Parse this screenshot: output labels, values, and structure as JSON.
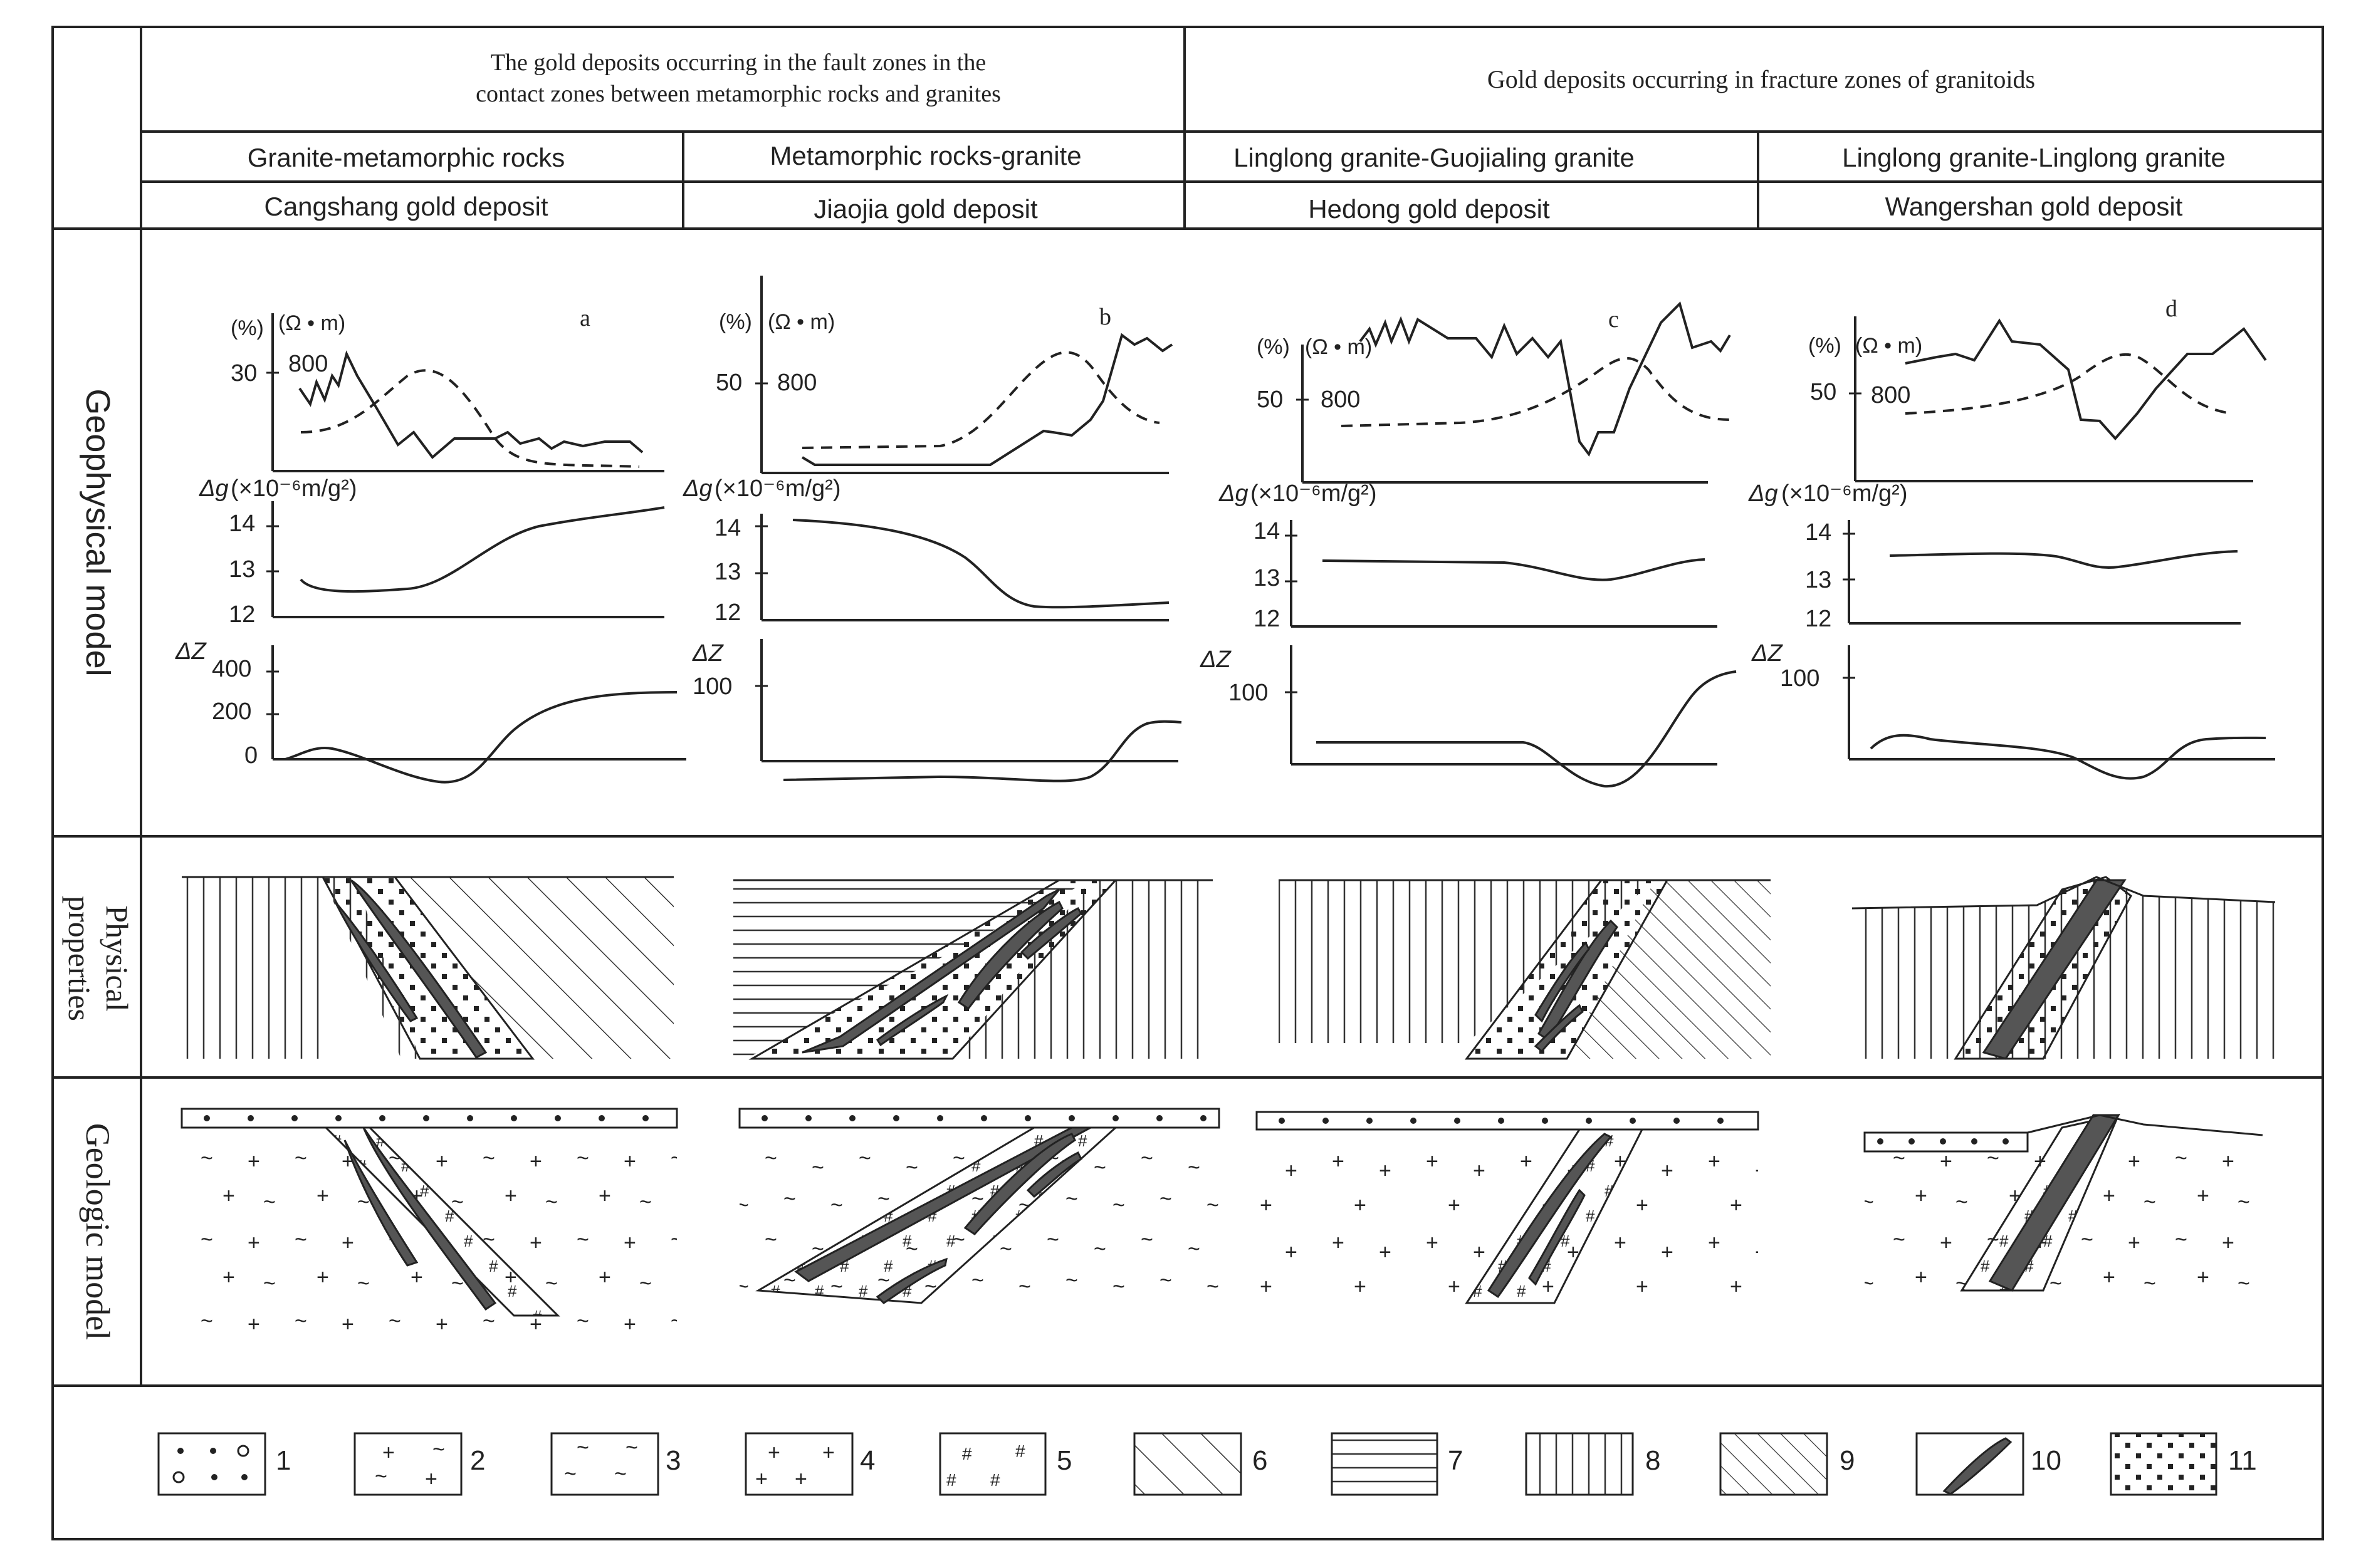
{
  "header": {
    "group_left": [
      "The gold deposits occurring in the fault zones in the",
      "contact zones between metamorphic rocks and granites"
    ],
    "group_right": "Gold deposits occurring in fracture zones of granitoids"
  },
  "columns": [
    {
      "id": "a",
      "rock": "Granite-metamorphic rocks",
      "deposit": "Cangshang gold deposit",
      "panel_letter": "a",
      "left_scale": "30",
      "right_scale": "800",
      "g_ticks": [
        "14",
        "13",
        "12"
      ],
      "z_ticks": [
        "400",
        "200",
        "0"
      ]
    },
    {
      "id": "b",
      "rock": "Metamorphic rocks-granite",
      "deposit": "Jiaojia gold deposit",
      "panel_letter": "b",
      "left_scale": "50",
      "right_scale": "800",
      "g_ticks": [
        "14",
        "13",
        "12"
      ],
      "z_ticks": [
        "100"
      ]
    },
    {
      "id": "c",
      "rock": "Linglong granite-Guojialing granite",
      "deposit": "Hedong gold deposit",
      "panel_letter": "c",
      "left_scale": "50",
      "right_scale": "800",
      "g_ticks": [
        "14",
        "13",
        "12"
      ],
      "z_ticks": [
        "100"
      ]
    },
    {
      "id": "d",
      "rock": "Linglong granite-Linglong granite",
      "deposit": "Wangershan gold deposit",
      "panel_letter": "d",
      "left_scale": "50",
      "right_scale": "800",
      "g_ticks": [
        "14",
        "13",
        "12"
      ],
      "z_ticks": [
        "100"
      ]
    }
  ],
  "row_labels": {
    "geophysical": "Geophysical model",
    "physical": [
      "Physical",
      "properties"
    ],
    "geologic": "Geologic model"
  },
  "units": {
    "percent": "(%)",
    "resistivity": "(Ω  • m)",
    "gravity_symbol": "Δg",
    "gravity_unit": "(×10⁻⁶m/g²)",
    "magnetic_symbol": "ΔZ"
  },
  "legend": [
    "1",
    "2",
    "3",
    "4",
    "5",
    "6",
    "7",
    "8",
    "9",
    "10",
    "11"
  ]
}
